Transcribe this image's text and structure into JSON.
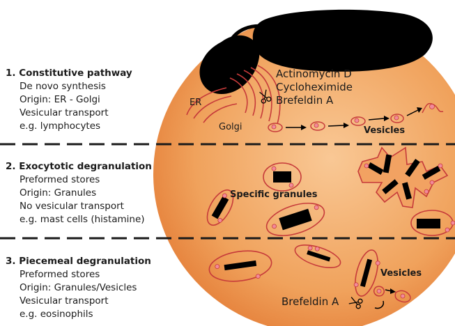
{
  "colors": {
    "cell_gradient_inner": "#f8c58f",
    "cell_gradient_outer": "#e9853e",
    "membrane": "#c63a3a",
    "nucleus": "#000000",
    "granule_core": "#000000",
    "divider": "#1a1a1a"
  },
  "sections": [
    {
      "heading": "1. Constitutive pathway",
      "items": [
        "De novo synthesis",
        "Origin: ER - Golgi",
        "Vesicular transport",
        "e.g. lymphocytes"
      ]
    },
    {
      "heading": "2. Exocytotic degranulation",
      "items": [
        "Preformed stores",
        "Origin: Granules",
        "No vesicular transport",
        "e.g. mast cells (histamine)"
      ]
    },
    {
      "heading": "3. Piecemeal degranulation",
      "items": [
        "Preformed stores",
        "Origin: Granules/Vesicles",
        "Vesicular transport",
        "e.g. eosinophils"
      ]
    }
  ],
  "labels": {
    "er": "ER",
    "golgi": "Golgi",
    "vesicles_top": "Vesicles",
    "specific_granules": "Specific granules",
    "vesicles_bottom": "Vesicles",
    "brefeldin_bottom": "Brefeldin A"
  },
  "inhibitors": [
    "Actinomycin D",
    "Cycloheximide",
    "Brefeldin A"
  ],
  "icons": {
    "scissors_top": "scissors-icon",
    "scissors_bottom": "scissors-icon"
  }
}
